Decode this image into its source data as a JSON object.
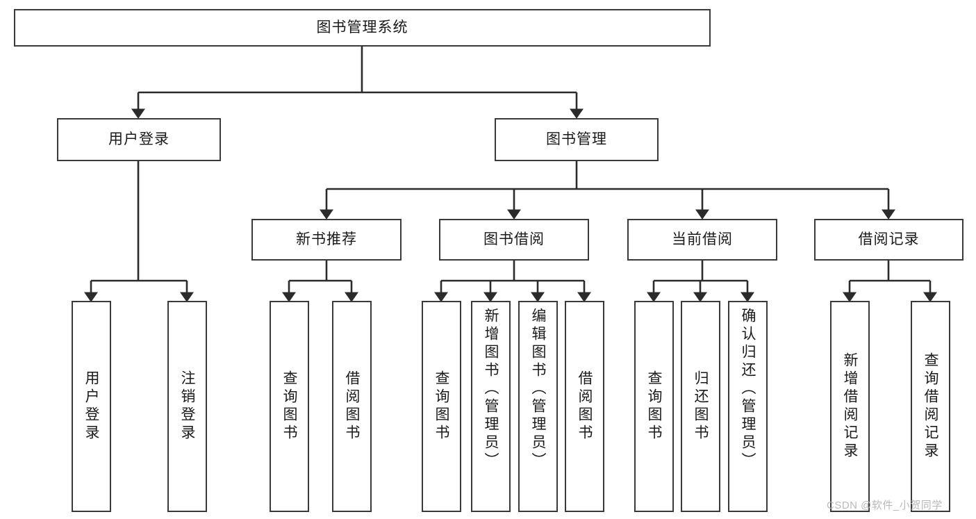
{
  "diagram": {
    "title": "图书管理系统",
    "type": "tree-hierarchy-diagram",
    "colors": {
      "box_border": "#3a3a3a",
      "box_fill": "#ffffff",
      "connector": "#2b2b2b",
      "text": "#1a1a1a",
      "watermark": "#b9b9b9",
      "background": "#ffffff"
    },
    "root": {
      "label": "图书管理系统"
    },
    "level2": [
      {
        "id": "user-login",
        "label": "用户登录"
      },
      {
        "id": "book-management",
        "label": "图书管理"
      }
    ],
    "level3": [
      {
        "id": "new-book-recommend",
        "label": "新书推荐"
      },
      {
        "id": "book-borrow",
        "label": "图书借阅"
      },
      {
        "id": "current-borrow",
        "label": "当前借阅"
      },
      {
        "id": "borrow-record",
        "label": "借阅记录"
      }
    ],
    "leaves": [
      {
        "id": "leaf-user-login",
        "label": "用户登录",
        "parent": "user-login"
      },
      {
        "id": "leaf-logout-login",
        "label": "注销登录",
        "parent": "user-login"
      },
      {
        "id": "leaf-query-book-1",
        "label": "查询图书",
        "parent": "new-book-recommend"
      },
      {
        "id": "leaf-borrow-book-1",
        "label": "借阅图书",
        "parent": "new-book-recommend"
      },
      {
        "id": "leaf-query-book-2",
        "label": "查询图书",
        "parent": "book-borrow"
      },
      {
        "id": "leaf-add-book-admin",
        "label": "新增图书（管理员）",
        "parent": "book-borrow"
      },
      {
        "id": "leaf-edit-book-admin",
        "label": "编辑图书（管理员）",
        "parent": "book-borrow"
      },
      {
        "id": "leaf-borrow-book-2",
        "label": "借阅图书",
        "parent": "book-borrow"
      },
      {
        "id": "leaf-query-book-3",
        "label": "查询图书",
        "parent": "current-borrow"
      },
      {
        "id": "leaf-return-book",
        "label": "归还图书",
        "parent": "current-borrow"
      },
      {
        "id": "leaf-confirm-return",
        "label": "确认归还（管理员）",
        "parent": "current-borrow"
      },
      {
        "id": "leaf-add-record",
        "label": "新增借阅记录",
        "parent": "borrow-record"
      },
      {
        "id": "leaf-query-record",
        "label": "查询借阅记录",
        "parent": "borrow-record"
      }
    ]
  },
  "watermark": {
    "text": "CSDN @软件_小贺同学"
  }
}
